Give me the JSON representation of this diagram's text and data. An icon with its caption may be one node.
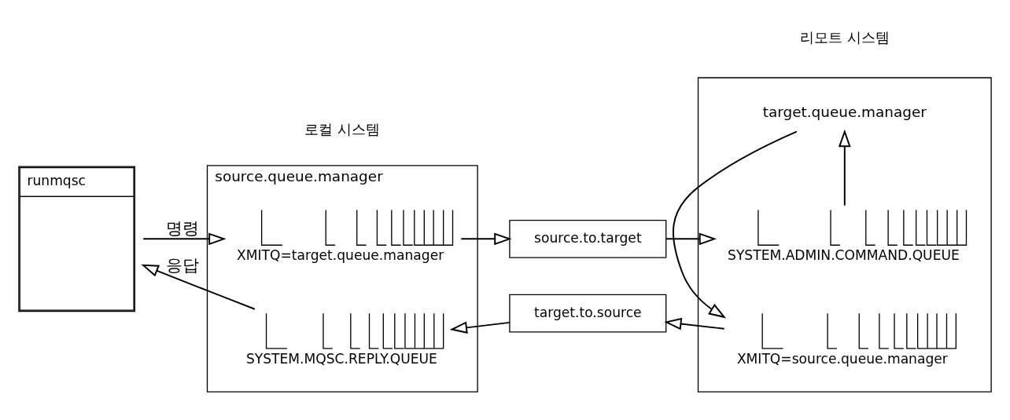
{
  "diagram": {
    "nodes": [
      {
        "text": [
          "runmqsc"
        ]
      },
      {
        "text": [
          "source.queue.manager"
        ]
      },
      {
        "text": [
          "XMITQ=target.queue.manager"
        ],
        "in": 1
      },
      {
        "text": [
          "SYSTEM.MQSC.REPLY.QUEUE"
        ],
        "in": 1
      },
      {
        "text": [
          "source.to.target"
        ]
      },
      {
        "text": [
          "target.to.source"
        ]
      },
      {
        "text": [
          "target.queue.manager"
        ]
      },
      {
        "text": [
          "SYSTEM.ADMIN.COMMAND.QUEUE"
        ],
        "in": 6
      },
      {
        "text": [
          "XMITQ=source.queue.manager"
        ],
        "in": 6
      }
    ],
    "edges": [
      {
        "from": 0,
        "to": 2,
        "arrow": "to",
        "label": "명령"
      },
      {
        "from": 2,
        "to": 4,
        "arrow": "to"
      },
      {
        "from": 4,
        "to": 7,
        "arrow": "to"
      },
      {
        "from": 7,
        "to": 6,
        "arrow": "to"
      },
      {
        "from": 6,
        "to": 8,
        "arrow": "to"
      },
      {
        "from": 8,
        "to": 5,
        "arrow": "to"
      },
      {
        "from": 5,
        "to": 3,
        "arrow": "to"
      },
      {
        "from": 3,
        "to": 0,
        "arrow": "to",
        "label": "응답"
      }
    ],
    "labels": [
      "로컬 시스템",
      "리모트 시스템"
    ]
  }
}
